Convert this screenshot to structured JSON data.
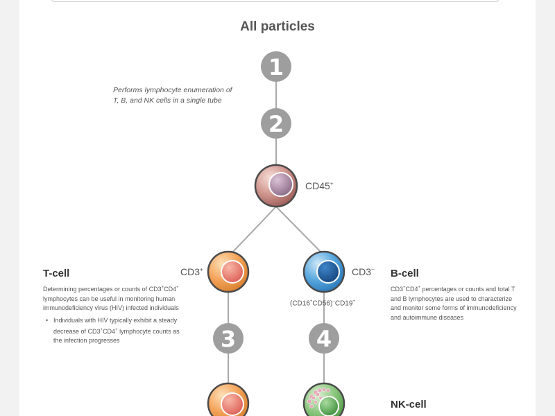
{
  "title": "All particles",
  "note": "Performs lymphocyte enumeration of T, B, and NK cells in a single tube",
  "steps": [
    "1",
    "2",
    "3",
    "4"
  ],
  "markers": {
    "cd45": {
      "text": "CD45",
      "sup": "+"
    },
    "cd3_pos": {
      "text": "CD3",
      "sup": "+"
    },
    "cd3_neg": {
      "text": "CD3",
      "sup": "−"
    },
    "nk_gate": {
      "p1": "(CD16",
      "s1": "+",
      "p2": "CD56)",
      "s2": "−",
      "p3": "CD19",
      "s3": "+"
    }
  },
  "tcell": {
    "heading": "T-cell",
    "body_parts": [
      "Determining percentages or counts of CD3",
      "+",
      "CD4",
      "+",
      " lymphocytes can be useful in monitoring human immunodeficiency virus (HIV) infected individuals"
    ],
    "bullet_parts": [
      "Individuals with HIV typically exhibit a steady decrease of CD3",
      "+",
      "CD4",
      "+",
      " lymphocyte counts as the infection progresses"
    ]
  },
  "bcell": {
    "heading": "B-cell",
    "body_parts": [
      "CD3",
      "+",
      "CD4",
      "+",
      " percentages or counts and total T and B lymphocytes are used to characterize and monitor some forms of immunodeficiency and autoimmune diseases"
    ]
  },
  "nkcell": {
    "heading": "NK-cell"
  },
  "colors": {
    "step_fill": "#9e9e9e",
    "connector": "#a9a9a9",
    "cd45_cell": "#c98a84",
    "cd45_nucleus": "#a77f9c",
    "tcell_cell": "#f2a25a",
    "tcell_nucleus": "#e8736f",
    "bcell_cell": "#4f9fd8",
    "bcell_nucleus": "#1f5fa3",
    "nk_cell": "#7bbf72",
    "nk_granules": "#e7a8b9"
  }
}
